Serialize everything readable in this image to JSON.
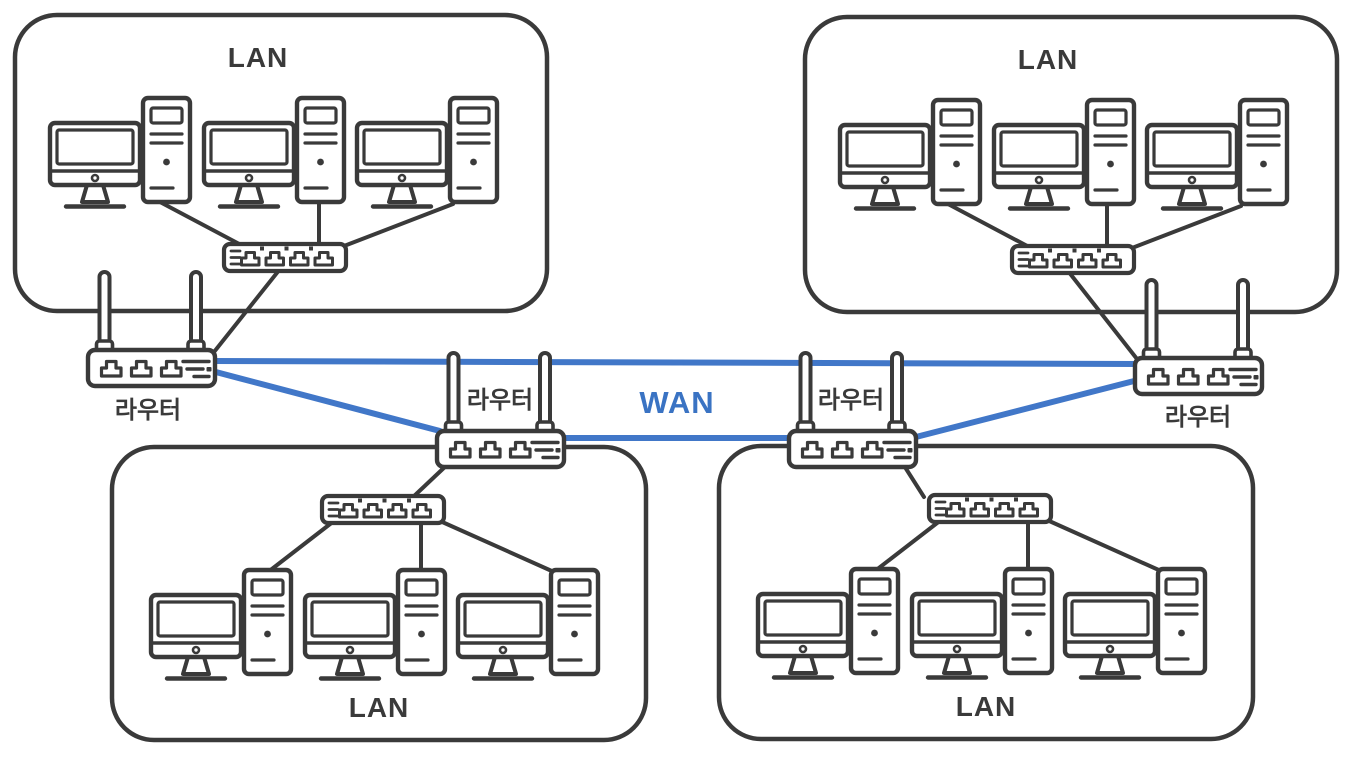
{
  "diagram": {
    "type": "network-topology",
    "description": "Four LANs, each with three computers and a switch, connected through four routers over a WAN"
  },
  "wan": {
    "label": "WAN",
    "link_color": "#4177c8",
    "label_color": "#3a73c3"
  },
  "lans": [
    {
      "position": "top-left",
      "label": "LAN",
      "computer_count": 3,
      "switch_count": 1
    },
    {
      "position": "top-right",
      "label": "LAN",
      "computer_count": 3,
      "switch_count": 1
    },
    {
      "position": "bottom-left",
      "label": "LAN",
      "computer_count": 3,
      "switch_count": 1
    },
    {
      "position": "bottom-right",
      "label": "LAN",
      "computer_count": 3,
      "switch_count": 1
    }
  ],
  "routers": [
    {
      "position": "left",
      "label": "라우터"
    },
    {
      "position": "center-left",
      "label": "라우터"
    },
    {
      "position": "center-right",
      "label": "라우터"
    },
    {
      "position": "right",
      "label": "라우터"
    }
  ],
  "wan_links": [
    "left ↔ right",
    "left ↔ center-left",
    "center-left ↔ center-right",
    "center-right ↔ right"
  ],
  "colors": {
    "outline": "#3a3a3a",
    "background": "#ffffff"
  }
}
